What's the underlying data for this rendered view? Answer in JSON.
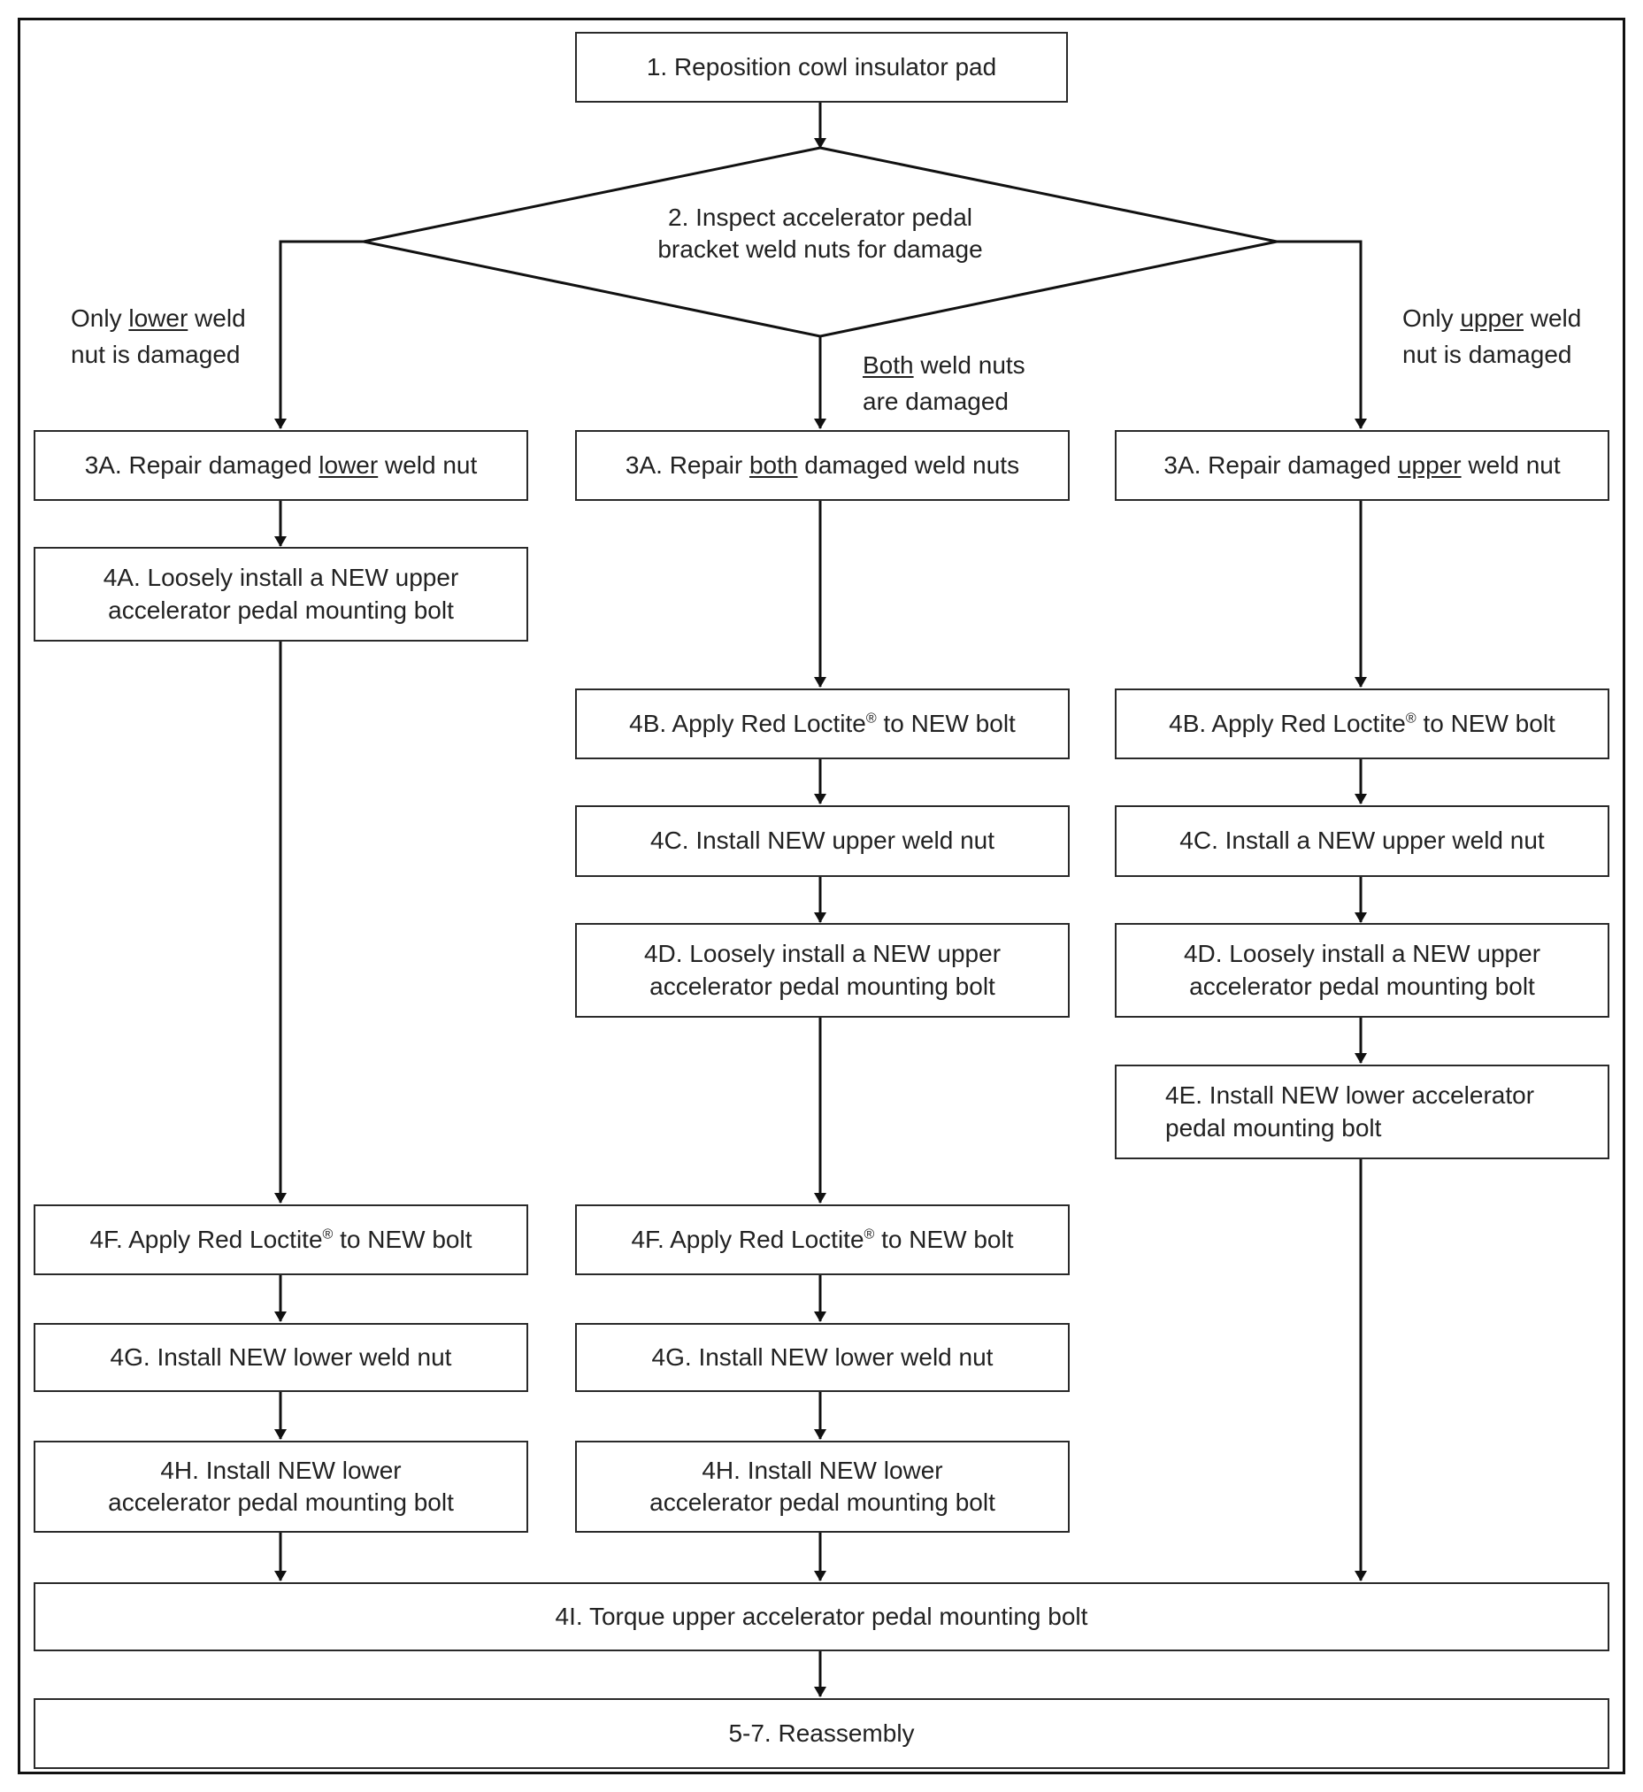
{
  "steps": {
    "s1": "1. Reposition cowl insulator pad",
    "s2_line1": "2. Inspect accelerator pedal",
    "s2_line2": "bracket weld nuts for damage",
    "s3a_left": [
      "3A. Repair damaged ",
      "lower",
      " weld nut"
    ],
    "s3a_mid": [
      "3A. Repair ",
      "both",
      " damaged weld nuts"
    ],
    "s3a_right": [
      "3A. Repair damaged ",
      "upper",
      " weld nut"
    ],
    "s4a_left": [
      "4A. Loosely install a NEW upper",
      "accelerator pedal mounting bolt"
    ],
    "s4b": [
      "4B. Apply Red Loctite",
      "®",
      " to NEW bolt"
    ],
    "s4c_mid": "4C. Install NEW upper weld nut",
    "s4c_right": "4C. Install a NEW upper weld nut",
    "s4d": [
      "4D. Loosely install a NEW upper",
      "accelerator pedal mounting bolt"
    ],
    "s4e": [
      "4E. Install NEW lower accelerator",
      "pedal mounting bolt"
    ],
    "s4f": [
      "4F. Apply Red Loctite",
      "®",
      " to NEW bolt"
    ],
    "s4g": "4G. Install NEW lower weld nut",
    "s4h": [
      "4H. Install NEW lower",
      "accelerator pedal mounting bolt"
    ],
    "s4i": "4I. Torque upper accelerator pedal mounting bolt",
    "s5": "5-7. Reassembly"
  },
  "branches": {
    "left": [
      "Only ",
      "lower",
      " weld",
      "nut is damaged"
    ],
    "middle": [
      "Both",
      " weld nuts",
      "are damaged"
    ],
    "right": [
      "Only ",
      "upper",
      " weld",
      "nut is damaged"
    ]
  }
}
